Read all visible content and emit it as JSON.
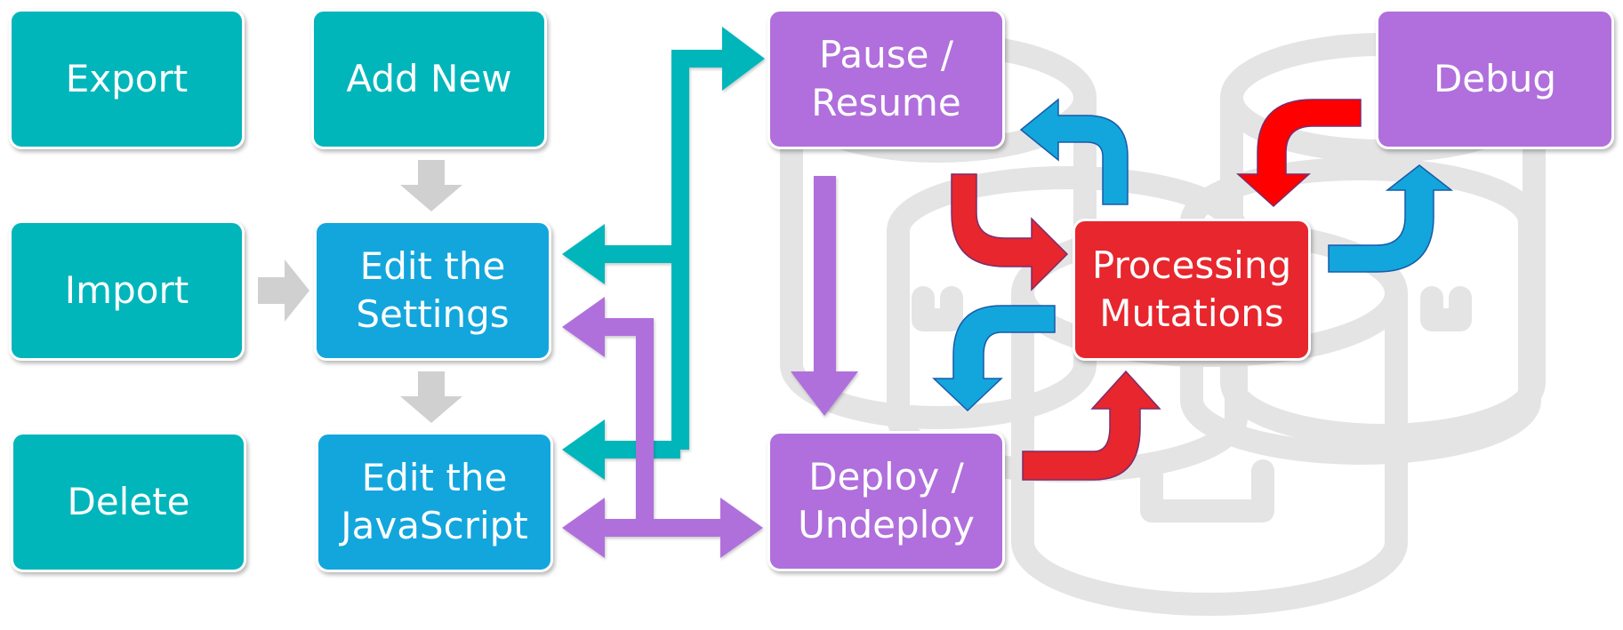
{
  "colors": {
    "teal": "#00b6bb",
    "blue": "#12a6dd",
    "purple": "#b06fdc",
    "red": "#e7262d",
    "grey": "#d0d0d0",
    "watermark": "#e4e4e4"
  },
  "nodes": {
    "export": "Export",
    "add_new": "Add New",
    "import": "Import",
    "edit_settings": "Edit the\nSettings",
    "delete": "Delete",
    "edit_javascript": "Edit the\nJavaScript",
    "pause_resume": "Pause /\nResume",
    "deploy_undeploy": "Deploy /\nUndeploy",
    "processing_mutations": "Processing\nMutations",
    "debug": "Debug"
  },
  "watermark_icon": "database-stack-icon"
}
